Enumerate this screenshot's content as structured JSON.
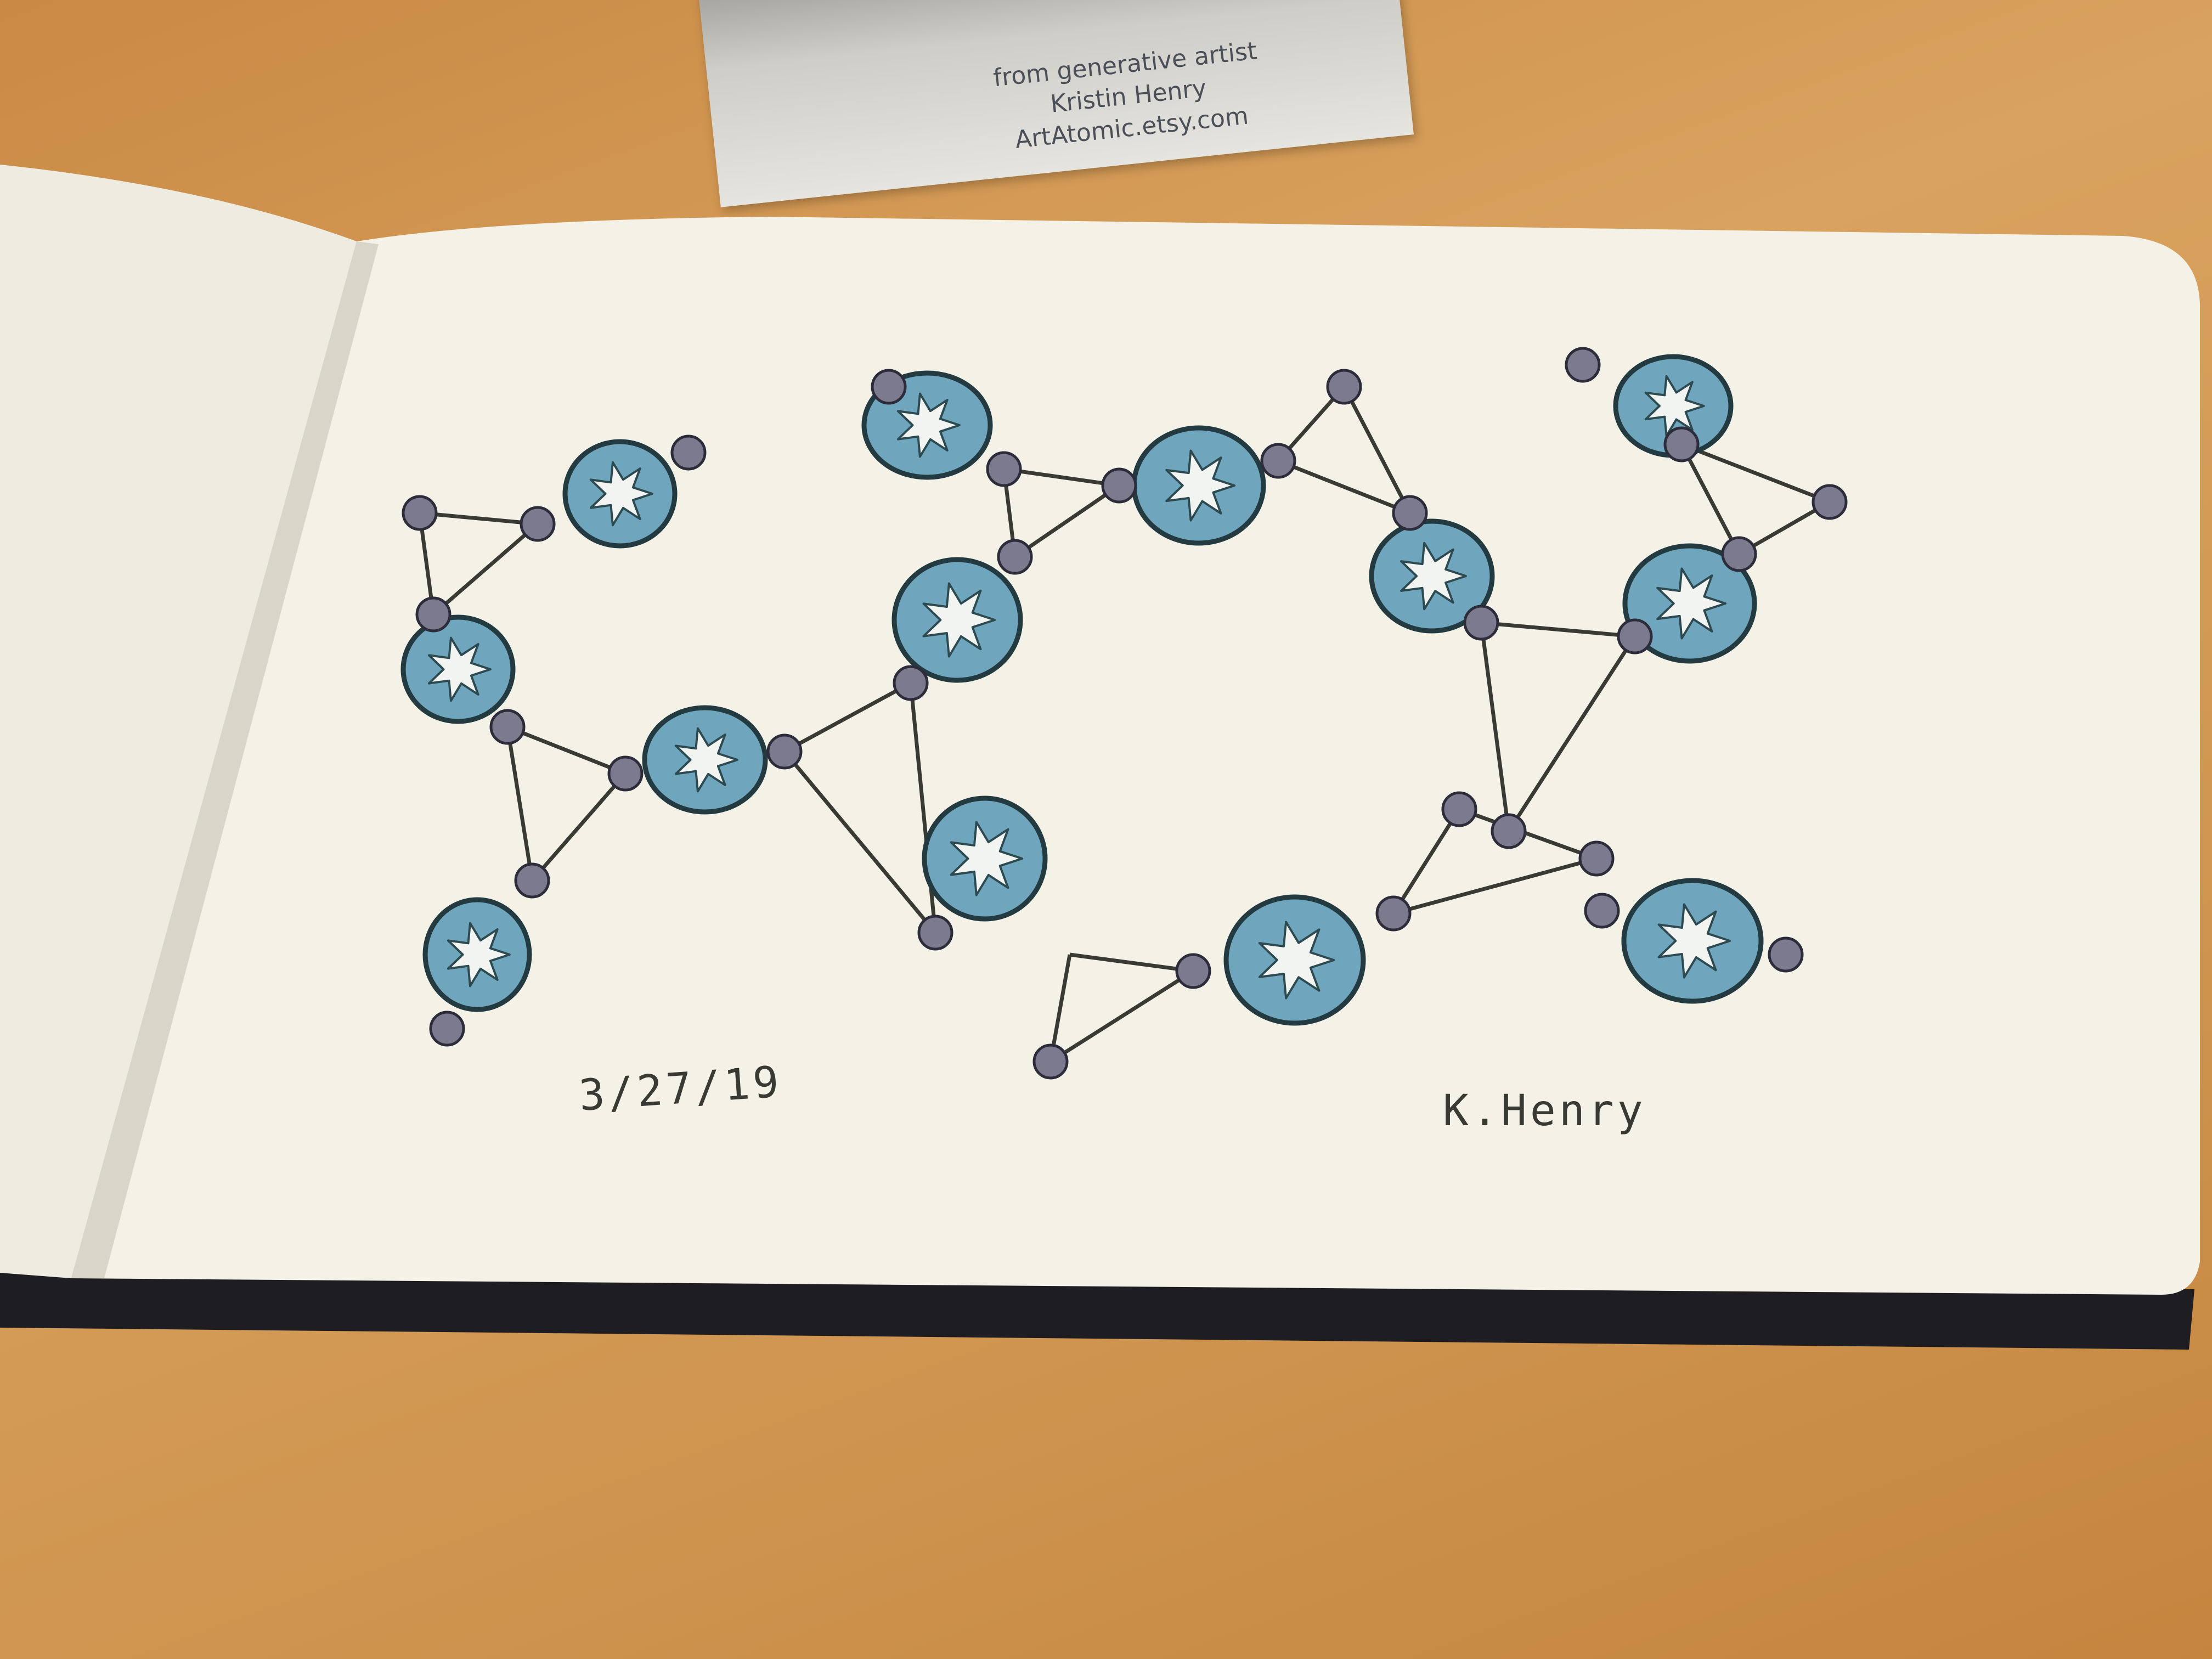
{
  "card": {
    "line1": "from generative artist",
    "line2": "Kristin Henry",
    "line3": "ArtAtomic.etsy.com"
  },
  "sketch": {
    "date": "3/27/19",
    "signature": "K.Henry"
  },
  "colors": {
    "table": "#d39a55",
    "paper": "#f3f0e6",
    "atom_fill": "#6fa6bd",
    "atom_outline": "#233a40",
    "node": "#7b7a8e",
    "ink": "#3a3a34"
  }
}
